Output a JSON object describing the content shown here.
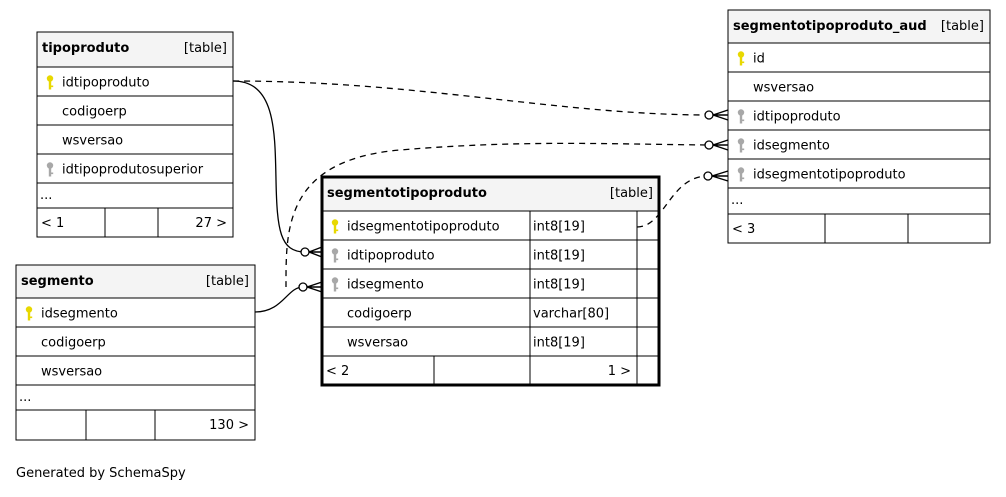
{
  "diagram": {
    "type": "er-diagram",
    "colors": {
      "header_fill": "#f4f4f4",
      "pk_key": "#e8d800",
      "fk_key": "#a8a8a8",
      "line": "#000000"
    },
    "tables": [
      {
        "id": "tipoproduto",
        "name": "tipoproduto",
        "tag": "[table]",
        "rows": [
          {
            "name": "idtipoproduto",
            "key": "pk"
          },
          {
            "name": "codigoerp",
            "key": "none"
          },
          {
            "name": "wsversao",
            "key": "none"
          },
          {
            "name": "idtipoprodutosuperior",
            "key": "fk"
          }
        ],
        "more": "...",
        "footer": [
          "< 1",
          "",
          "27 >"
        ]
      },
      {
        "id": "segmento",
        "name": "segmento",
        "tag": "[table]",
        "rows": [
          {
            "name": "idsegmento",
            "key": "pk"
          },
          {
            "name": "codigoerp",
            "key": "none"
          },
          {
            "name": "wsversao",
            "key": "none"
          }
        ],
        "more": "...",
        "footer": [
          "",
          "",
          "130 >"
        ]
      },
      {
        "id": "segmentotipoproduto",
        "name": "segmentotipoproduto",
        "tag": "[table]",
        "rows": [
          {
            "name": "idsegmentotipoproduto",
            "key": "pk",
            "type": "int8[19]"
          },
          {
            "name": "idtipoproduto",
            "key": "fk",
            "type": "int8[19]"
          },
          {
            "name": "idsegmento",
            "key": "fk",
            "type": "int8[19]"
          },
          {
            "name": "codigoerp",
            "key": "none",
            "type": "varchar[80]"
          },
          {
            "name": "wsversao",
            "key": "none",
            "type": "int8[19]"
          }
        ],
        "more": "",
        "footer": [
          "< 2",
          "",
          "1 >"
        ]
      },
      {
        "id": "segmentotipoproduto_aud",
        "name": "segmentotipoproduto_aud",
        "tag": "[table]",
        "rows": [
          {
            "name": "id",
            "key": "pk"
          },
          {
            "name": "wsversao",
            "key": "none"
          },
          {
            "name": "idtipoproduto",
            "key": "fk"
          },
          {
            "name": "idsegmento",
            "key": "fk"
          },
          {
            "name": "idsegmentotipoproduto",
            "key": "fk"
          }
        ],
        "more": "...",
        "footer": [
          "< 3",
          "",
          ""
        ]
      }
    ],
    "relations": [
      {
        "from": "segmentotipoproduto.idtipoproduto",
        "to": "tipoproduto.idtipoproduto",
        "style": "solid"
      },
      {
        "from": "segmentotipoproduto.idsegmento",
        "to": "segmento.idsegmento",
        "style": "solid"
      },
      {
        "from": "segmentotipoproduto_aud.idtipoproduto",
        "to": "tipoproduto.idtipoproduto",
        "style": "dashed"
      },
      {
        "from": "segmentotipoproduto_aud.idsegmento",
        "to": "segmento.idsegmento",
        "style": "dashed"
      },
      {
        "from": "segmentotipoproduto_aud.idsegmentotipoproduto",
        "to": "segmentotipoproduto.idsegmentotipoproduto",
        "style": "dashed"
      }
    ]
  },
  "footer_text": "Generated by SchemaSpy"
}
